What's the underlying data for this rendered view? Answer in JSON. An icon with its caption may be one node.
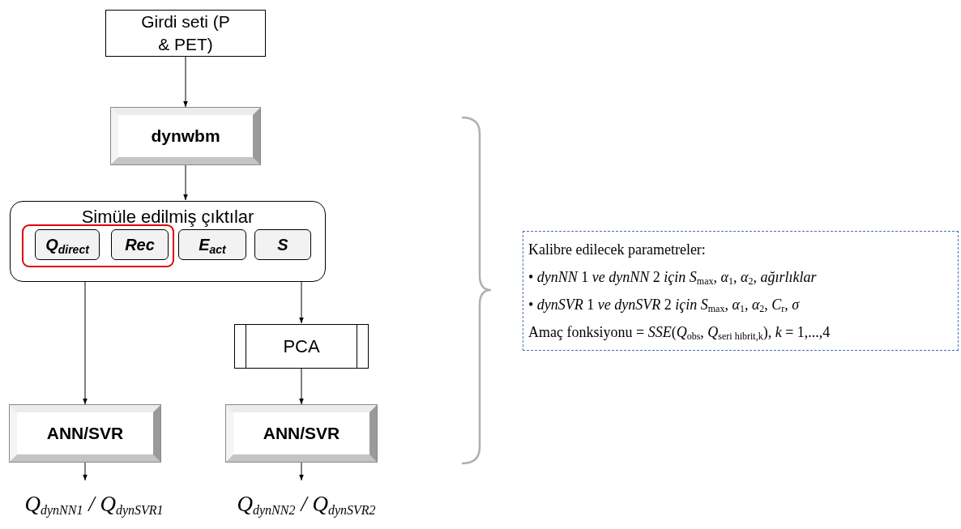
{
  "diagram": {
    "nodes": [
      {
        "text": [
          "Girdi seti (P & PET)"
        ]
      },
      {
        "text": [
          "dynwbm"
        ]
      },
      {
        "text": [
          "Simüle edilmiş çıktılar"
        ]
      },
      {
        "text": [],
        "shape": "box",
        "in": 2
      },
      {
        "text": [
          "Q$_{direct}$"
        ],
        "in": 3
      },
      {
        "text": [
          "Rec"
        ],
        "in": 3
      },
      {
        "text": [
          "E$_{act}$"
        ],
        "in": 2
      },
      {
        "text": [
          "S"
        ],
        "in": 2
      },
      {
        "text": [
          "PCA"
        ]
      },
      {
        "text": [
          "ANN/SVR"
        ]
      },
      {
        "text": [
          "ANN/SVR"
        ]
      },
      {
        "text": [
          "Q$_{dynNN1}$ / Q$_{dynSVR1}$"
        ]
      },
      {
        "text": [
          "Q$_{dynNN2}$ / Q$_{dynSVR2}$"
        ]
      },
      {
        "text": [
          "Kalibre edilecek parametreler:",
          "• *dynNN* 1 *ve dynNN* 2 *için S*$_{max}$, *α*$_{1}$, *α*$_{2}$, *ağırlıklar*",
          "• *dynSVR* 1 *ve dynSVR* 2 *için S*$_{max}$, *α*$_{1}$, *α*$_{2}$, *C*$_{r}$, *σ*",
          "Amaç fonksiyonu = *SSE*(*Q*$_{obs}$, *Q*$_{seri hibrit,k}$), *k* = 1,...,4"
        ]
      }
    ],
    "edges": [
      {
        "from": 0,
        "to": 1,
        "arrow": "to"
      },
      {
        "from": 1,
        "to": 2,
        "arrow": "to"
      },
      {
        "from": 3,
        "to": 9,
        "arrow": "to"
      },
      {
        "from": 2,
        "to": 8,
        "arrow": "to"
      },
      {
        "from": 8,
        "to": 10,
        "arrow": "to"
      },
      {
        "from": 9,
        "to": 11,
        "arrow": "to"
      },
      {
        "from": 10,
        "to": 12,
        "arrow": "to"
      }
    ]
  }
}
